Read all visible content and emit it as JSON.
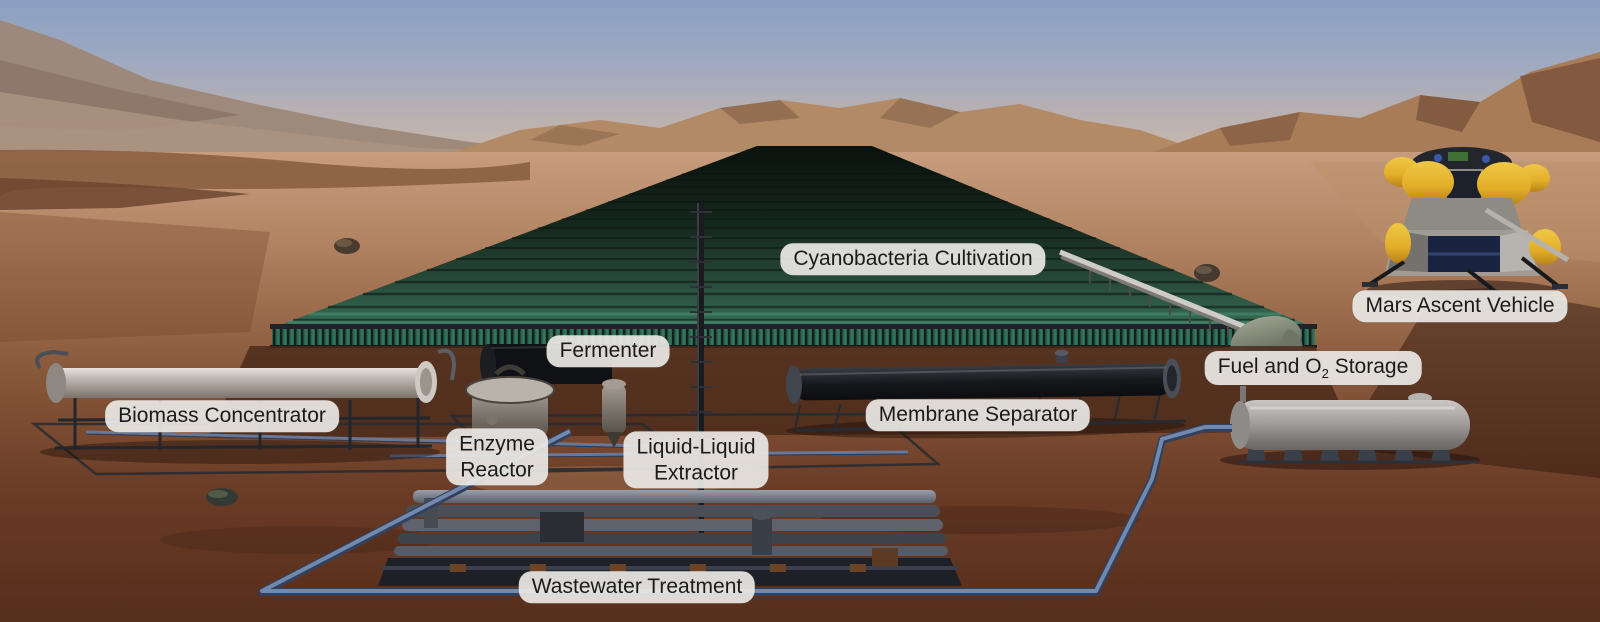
{
  "labels": {
    "cyanobacteria_cultivation": {
      "text": "Cyanobacteria Cultivation"
    },
    "mars_ascent_vehicle": {
      "text": "Mars Ascent Vehicle"
    },
    "fuel_o2_storage": {
      "prefix": "Fuel and O",
      "sub": "2",
      "suffix": " Storage"
    },
    "membrane_separator": {
      "text": "Membrane Separator"
    },
    "biomass_concentrator": {
      "text": "Biomass Concentrator"
    },
    "fermenter": {
      "text": "Fermenter"
    },
    "enzyme_reactor": {
      "line1": "Enzyme",
      "line2": "Reactor"
    },
    "liquid_liquid_extractor": {
      "line1": "Liquid-Liquid",
      "line2": "Extractor"
    },
    "wastewater_treatment": {
      "text": "Wastewater Treatment"
    }
  },
  "colors": {
    "label_bg": "#e9e7e4",
    "label_text": "#1b1b1b",
    "sky_top": "#8aa0c2",
    "sky_horizon": "#c9b7ac",
    "mountain_tan": "#b28a66",
    "terrain_mid": "#a5714d",
    "terrain_foreground": "#5e331f",
    "cultivation_green": "#2e5745",
    "pipe_blue": "#7289ae",
    "tank_silver": "#cac7c4",
    "mav_tank_yellow": "#e2ae28"
  }
}
